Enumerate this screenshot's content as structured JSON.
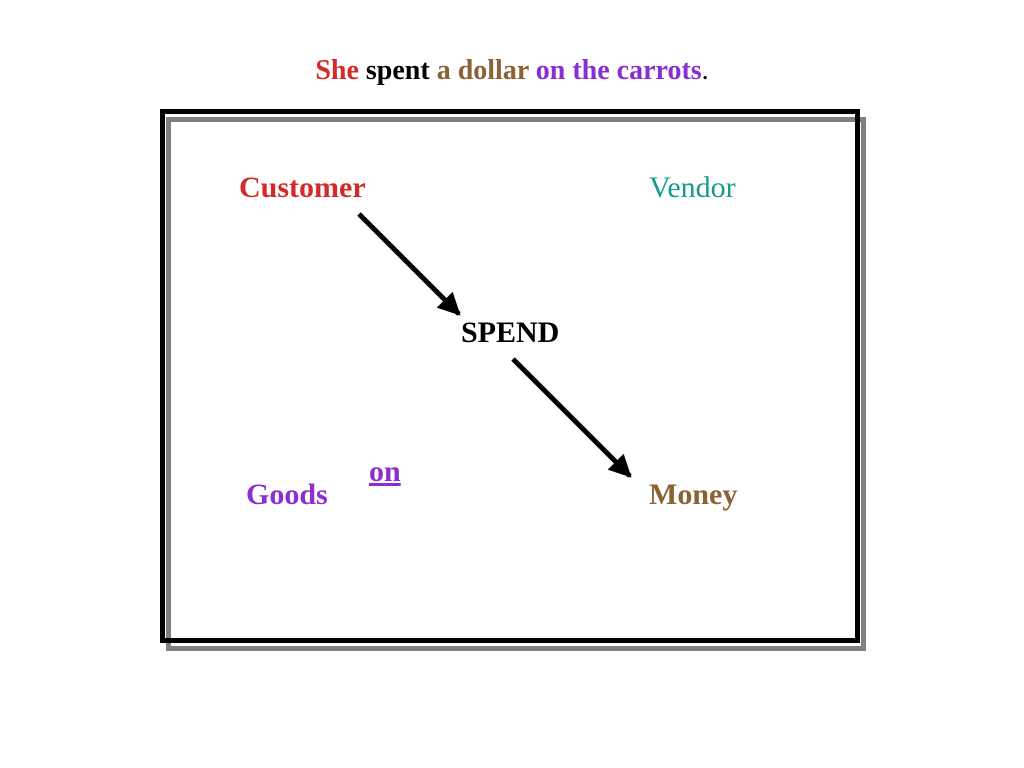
{
  "sentence": {
    "agent": "She",
    "verb": "spent",
    "amount": "a dollar",
    "goods_phrase": "on the carrots",
    "period": "."
  },
  "diagram": {
    "customer": "Customer",
    "vendor": "Vendor",
    "center": "SPEND",
    "goods": "Goods",
    "preposition": "on",
    "money": "Money"
  },
  "colors": {
    "agent": "#d42a2a",
    "verb": "#000000",
    "amount": "#8a6234",
    "goods": "#8a2ecf",
    "vendor": "#1a9a8e",
    "center": "#000000",
    "frame": "#000000",
    "frame_shadow": "#808080",
    "arrow": "#000000"
  }
}
